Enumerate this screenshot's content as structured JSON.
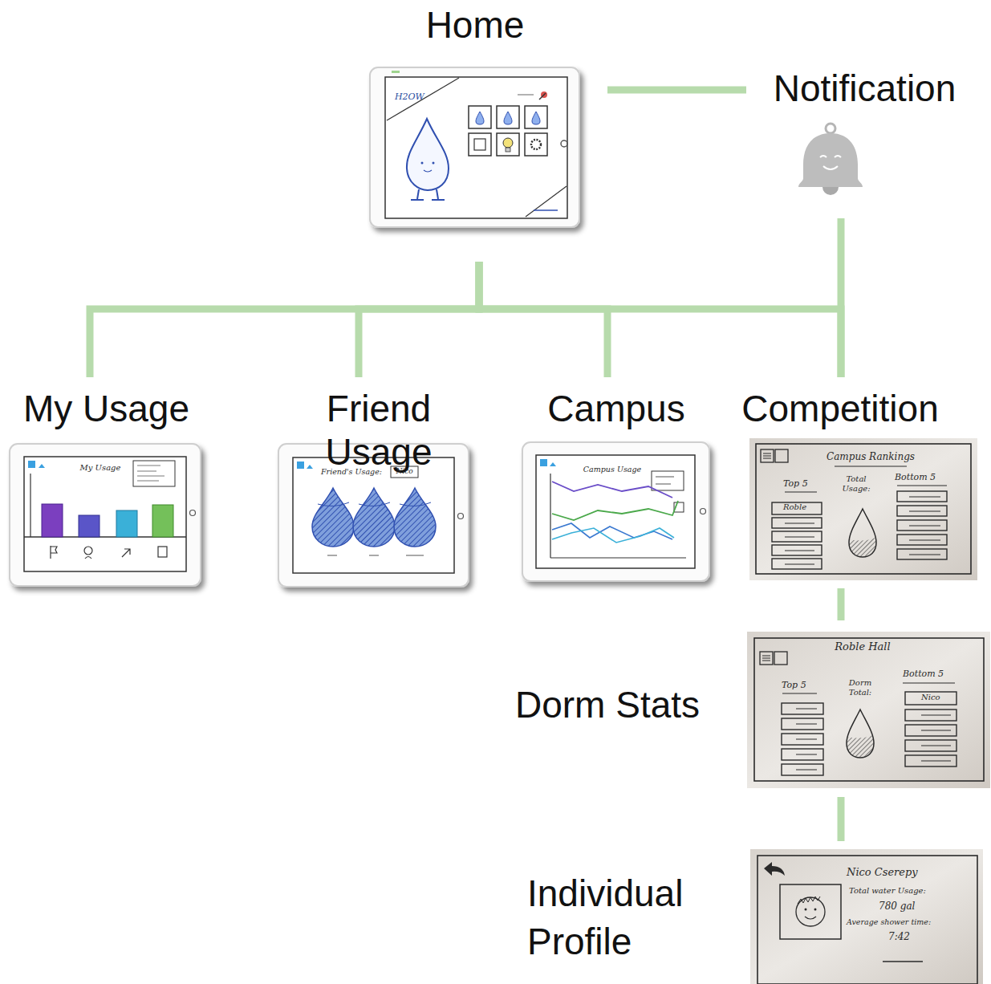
{
  "diagram": {
    "nodes": [
      {
        "text": [
          "Home",
          "H2OW"
        ]
      },
      {
        "text": [
          "Notification"
        ]
      },
      {
        "text": [
          "My Usage",
          "My Usage"
        ]
      },
      {
        "text": [
          "Friend Usage",
          "Friend's Usage:",
          "Nico"
        ]
      },
      {
        "text": [
          "Campus",
          "Campus Usage"
        ]
      },
      {
        "text": [
          "Competition",
          "Campus Rankings",
          "Top 5",
          "Total Usage:",
          "Bottom 5",
          "Roble"
        ]
      },
      {
        "text": [
          "Dorm Stats",
          "Roble Hall",
          "Top 5",
          "Dorm Total:",
          "Bottom 5",
          "Nico"
        ]
      },
      {
        "text": [
          "Individual Profile",
          "Nico Cserepy",
          "Total water Usage:",
          "780 gal",
          "Average shower time:",
          "7:42"
        ]
      }
    ],
    "edges": [
      {
        "from": 0,
        "to": 1,
        "arrow": "none"
      },
      {
        "from": 0,
        "to": 2,
        "arrow": "none"
      },
      {
        "from": 0,
        "to": 3,
        "arrow": "none"
      },
      {
        "from": 0,
        "to": 4,
        "arrow": "none"
      },
      {
        "from": 0,
        "to": 5,
        "arrow": "none"
      },
      {
        "from": 1,
        "to": 5,
        "arrow": "none"
      },
      {
        "from": 5,
        "to": 6,
        "arrow": "none"
      },
      {
        "from": 6,
        "to": 7,
        "arrow": "none"
      }
    ]
  }
}
